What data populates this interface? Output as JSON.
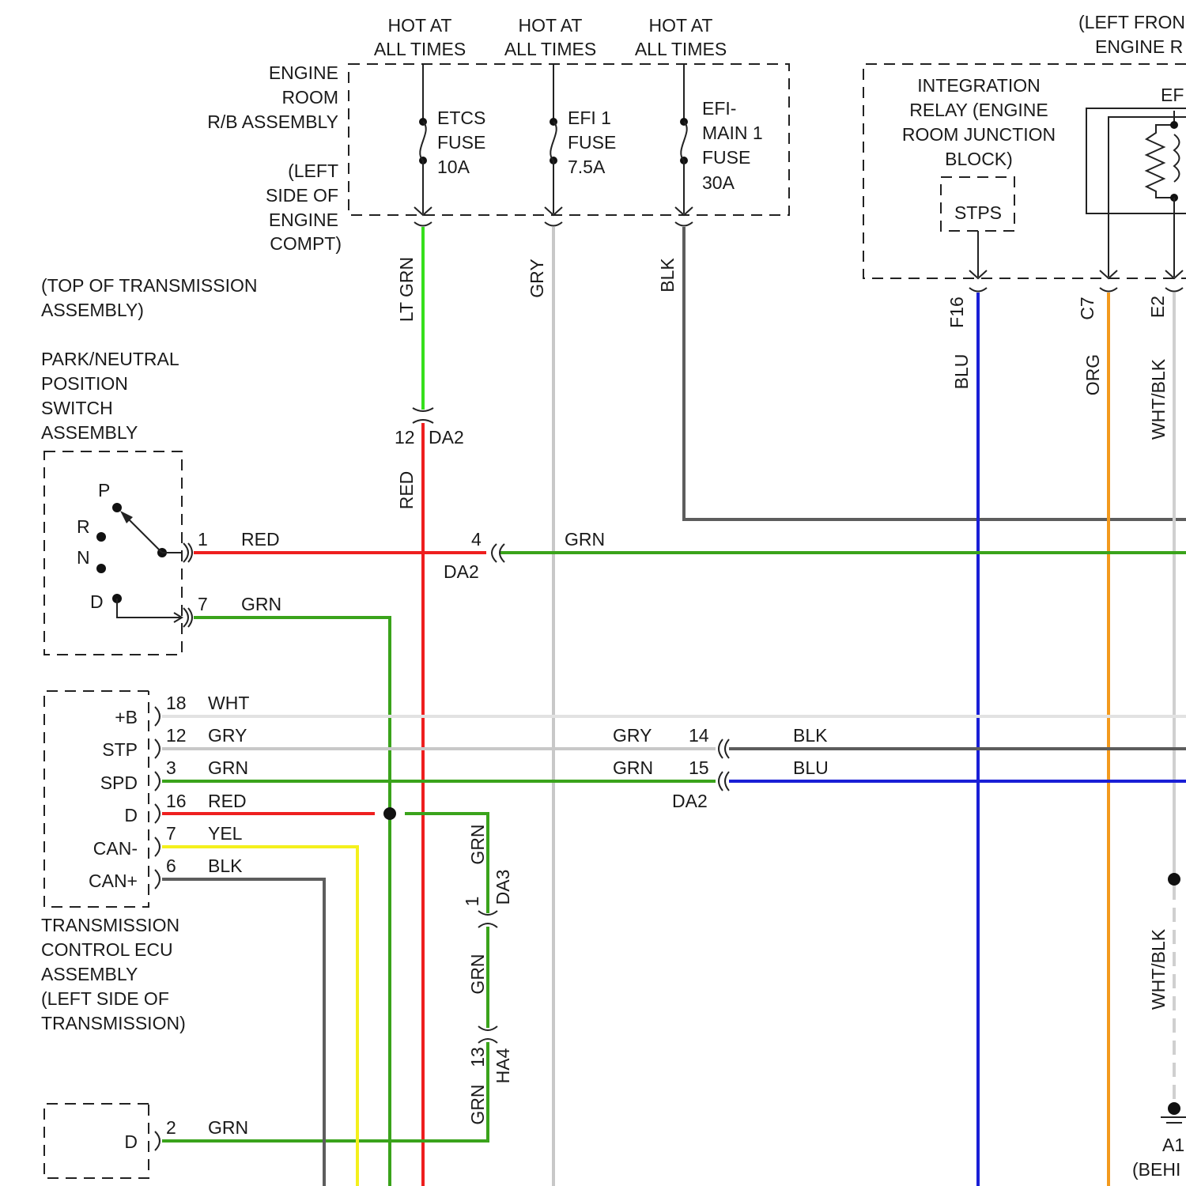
{
  "top_labels": {
    "hot1": [
      "HOT AT",
      "ALL TIMES"
    ],
    "hot2": [
      "HOT AT",
      "ALL TIMES"
    ],
    "hot3": [
      "HOT AT",
      "ALL TIMES"
    ],
    "left_front": [
      "(LEFT FRON",
      "ENGINE R"
    ]
  },
  "engine_room_rb": {
    "name": [
      "ENGINE",
      "ROOM",
      "R/B ASSEMBLY"
    ],
    "location": [
      "(LEFT",
      "SIDE OF",
      "ENGINE",
      "COMPT)"
    ],
    "fuses": [
      {
        "lines": [
          "ETCS",
          "FUSE",
          "10A"
        ]
      },
      {
        "lines": [
          "EFI 1",
          "FUSE",
          "7.5A"
        ]
      },
      {
        "lines": [
          "EFI-",
          "MAIN 1",
          "FUSE",
          "30A"
        ]
      }
    ]
  },
  "integration_relay": {
    "name": [
      "INTEGRATION",
      "RELAY (ENGINE",
      "ROOM JUNCTION",
      "BLOCK)"
    ],
    "stps": "STPS",
    "efi_partial": "EF",
    "pins": [
      "F16",
      "C7",
      "E2"
    ]
  },
  "pnp_switch": {
    "location": [
      "(TOP OF TRANSMISSION",
      "ASSEMBLY)"
    ],
    "name": [
      "PARK/NEUTRAL",
      "POSITION",
      "SWITCH",
      "ASSEMBLY"
    ],
    "positions": [
      "P",
      "R",
      "N",
      "D"
    ]
  },
  "tcm": {
    "terminals": [
      "+B",
      "STP",
      "SPD",
      "D",
      "CAN-",
      "CAN+"
    ],
    "pins": [
      "18",
      "12",
      "3",
      "16",
      "7",
      "6"
    ],
    "wire_colors": [
      "WHT",
      "GRY",
      "GRN",
      "RED",
      "YEL",
      "BLK"
    ],
    "name": [
      "TRANSMISSION",
      "CONTROL ECU",
      "ASSEMBLY",
      "(LEFT SIDE OF",
      "TRANSMISSION)"
    ]
  },
  "bottom_component": {
    "terminal": "D",
    "pin": "2",
    "wire": "GRN"
  },
  "wire_labels": {
    "lt_grn": "LT GRN",
    "gry": "GRY",
    "blk": "BLK",
    "blu": "BLU",
    "org": "ORG",
    "wht_blk": "WHT/BLK",
    "wht_blk_lower": "WHT/BLK",
    "red_vertical": "RED",
    "pnp_pin1": "1",
    "pnp_red": "RED",
    "pnp_pin7": "7",
    "pnp_grn": "GRN",
    "da2_pin4": "4",
    "grn_main": "GRN",
    "da2_4": "DA2",
    "da2_pin12": "12",
    "da2_12": "DA2",
    "gry_left": "GRY",
    "da2_pin14": "14",
    "blk_right": "BLK",
    "grn_left": "GRN",
    "da2_pin15": "15",
    "blu_right": "BLU",
    "da2_15": "DA2",
    "grn_da3_top": "GRN",
    "da3_pin": "1",
    "da3": "DA3",
    "grn_mid": "GRN",
    "ha4_pin": "13",
    "ha4": "HA4",
    "grn_bottom": "GRN"
  },
  "ground": {
    "label": "A1",
    "location": "(BEHI"
  },
  "colors": {
    "red": "#ee1f1f",
    "green": "#3aa31b",
    "lt_green": "#36e01c",
    "gray": "#c8c8c8",
    "white_wire": "#e2e2e2",
    "black_wire": "#5d5d5d",
    "blue": "#1a1fd6",
    "orange": "#f39a1e",
    "yellow": "#f4f01c",
    "wht_blk": "#d0d0d0"
  }
}
